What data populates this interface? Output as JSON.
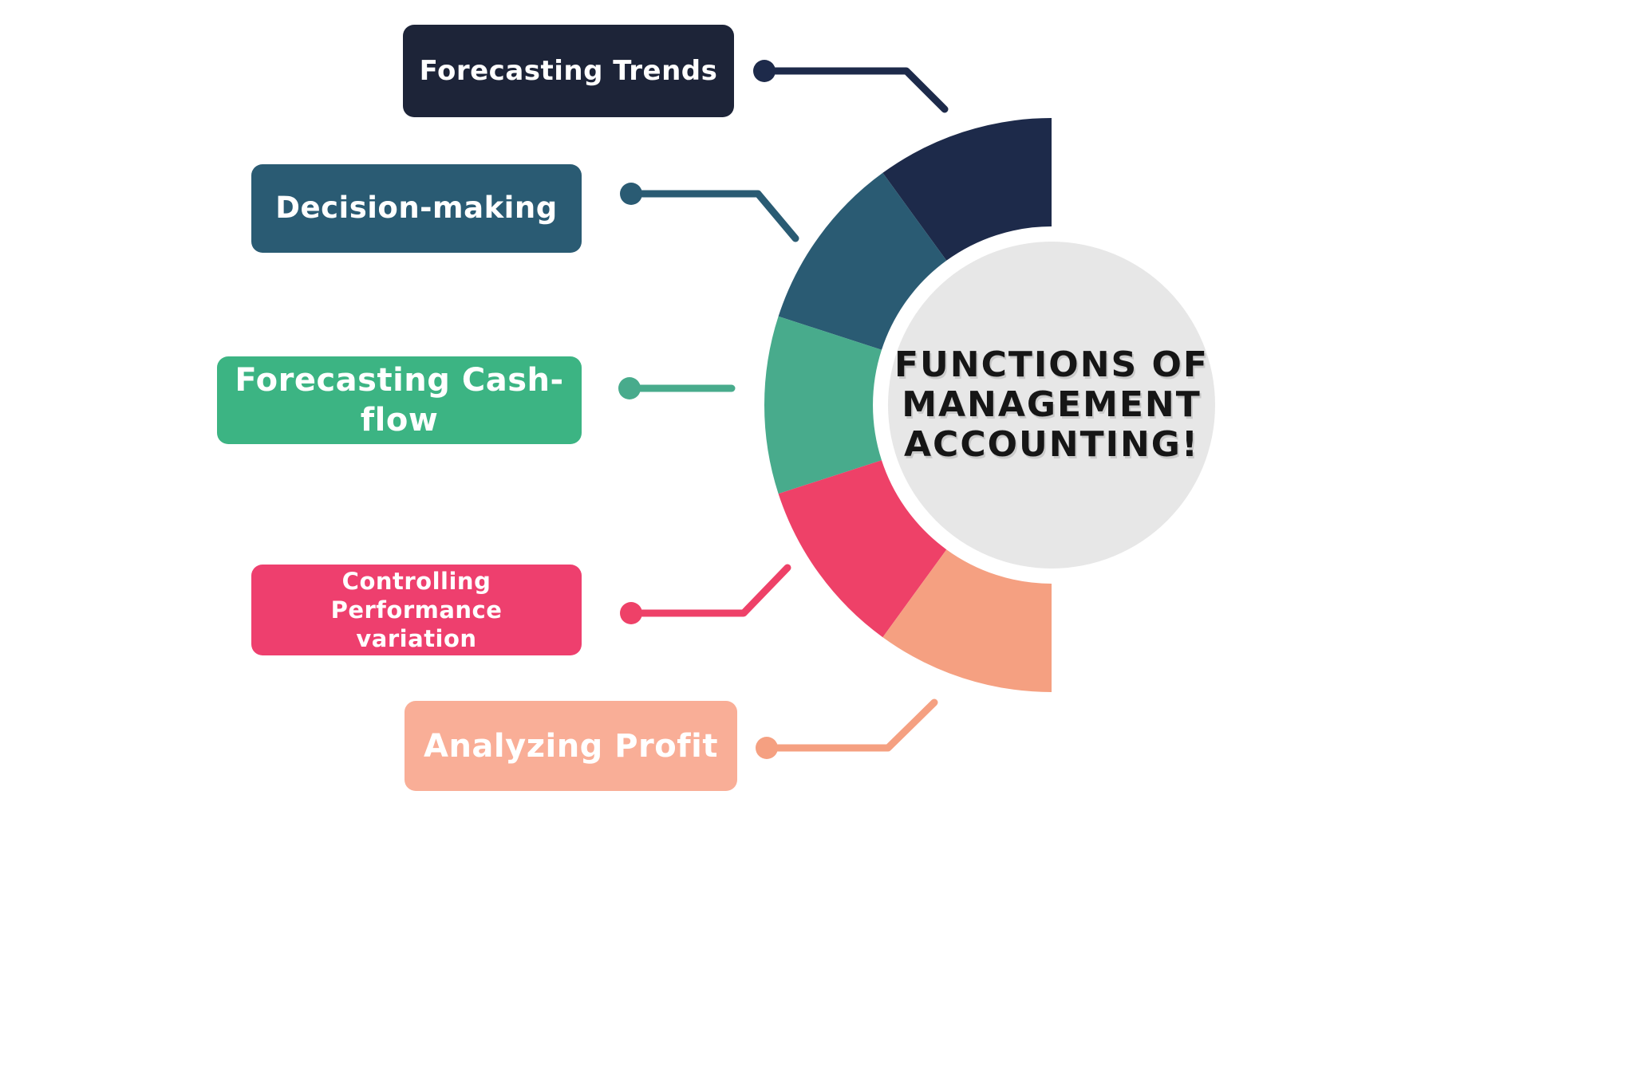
{
  "center": {
    "title_lines": [
      "FUNCTIONS OF",
      "MANAGEMENT",
      "ACCOUNTING!"
    ],
    "circle_color": "#e7e7e7",
    "text_color": "#161616"
  },
  "items": [
    {
      "id": "forecasting-trends",
      "label": "Forecasting Trends",
      "color": "#1d2438"
    },
    {
      "id": "decision-making",
      "label": "Decision-making",
      "color": "#2a5b73"
    },
    {
      "id": "forecasting-cash-flow",
      "label": "Forecasting Cash-flow",
      "color": "#3cb483"
    },
    {
      "id": "controlling-performance-variation",
      "label": "Controlling Performance variation",
      "color": "#ee3f6e"
    },
    {
      "id": "analyzing-profit",
      "label": "Analyzing Profit",
      "color": "#f9ae97"
    }
  ],
  "donut": {
    "type": "half-ring",
    "segments": [
      {
        "id": "forecasting-trends",
        "color": "#1d2a4a"
      },
      {
        "id": "decision-making",
        "color": "#2a5b73"
      },
      {
        "id": "forecasting-cash-flow",
        "color": "#48ab8c"
      },
      {
        "id": "controlling-performance-variation",
        "color": "#ee4168"
      },
      {
        "id": "analyzing-profit",
        "color": "#f5a081"
      }
    ]
  }
}
